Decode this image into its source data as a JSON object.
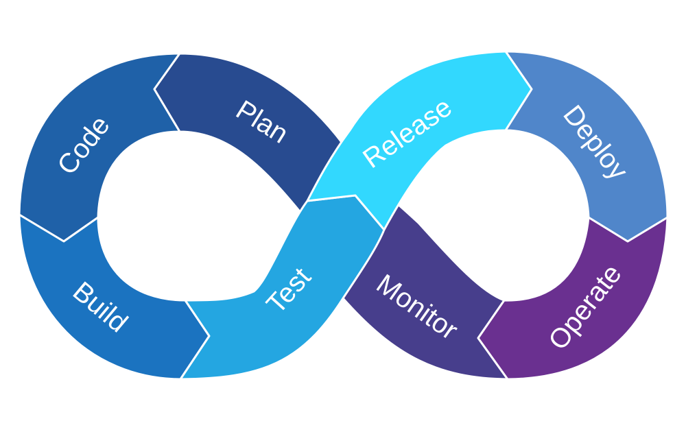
{
  "stages": [
    {
      "key": "plan",
      "label": "Plan",
      "color": "#284B90"
    },
    {
      "key": "code",
      "label": "Code",
      "color": "#1F61A8"
    },
    {
      "key": "build",
      "label": "Build",
      "color": "#1B73C0"
    },
    {
      "key": "test",
      "label": "Test",
      "color": "#24A6E1"
    },
    {
      "key": "release",
      "label": "Release",
      "color": "#32D8FE"
    },
    {
      "key": "deploy",
      "label": "Deploy",
      "color": "#5086CA"
    },
    {
      "key": "operate",
      "label": "Operate",
      "color": "#6A3090"
    },
    {
      "key": "monitor",
      "label": "Monitor",
      "color": "#473E8C"
    }
  ]
}
